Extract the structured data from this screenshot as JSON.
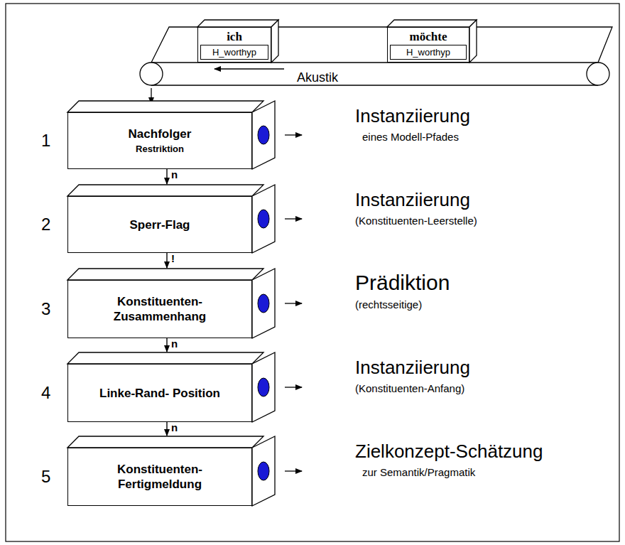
{
  "diagram": {
    "nodes": [
      {
        "text": [
          "ich",
          "H_worthyp"
        ]
      },
      {
        "text": [
          "möchte",
          "H_worthyp"
        ]
      },
      {
        "text": [
          "Nachfolger",
          "Restriktion"
        ]
      },
      {
        "text": [
          "Sperr-Flag"
        ]
      },
      {
        "text": [
          "Konstituenten- Zusammenhang"
        ]
      },
      {
        "text": [
          "Linke-Rand- Position"
        ]
      },
      {
        "text": [
          "Konstituenten- Fertigmeldung"
        ]
      }
    ],
    "edges": [
      {
        "from": 2,
        "to": 3,
        "label": "n",
        "arrow": "to"
      },
      {
        "from": 3,
        "to": 4,
        "label": "!",
        "arrow": "to"
      },
      {
        "from": 4,
        "to": 5,
        "label": "n",
        "arrow": "to"
      },
      {
        "from": 5,
        "to": 6,
        "label": "n",
        "arrow": "to"
      }
    ],
    "labels": [
      "Akustik",
      "1",
      "Instanziierung",
      "eines Modell-Pfades",
      "2",
      "Instanziierung",
      "(Konstituenten-Leerstelle)",
      "3",
      "Prädiktion",
      "(rechtsseitige)",
      "4",
      "Instanziierung",
      "(Konstituenten-Anfang)",
      "5",
      "Zielkonzept-Schätzung",
      "zur Semantik/Pragmatik"
    ]
  }
}
